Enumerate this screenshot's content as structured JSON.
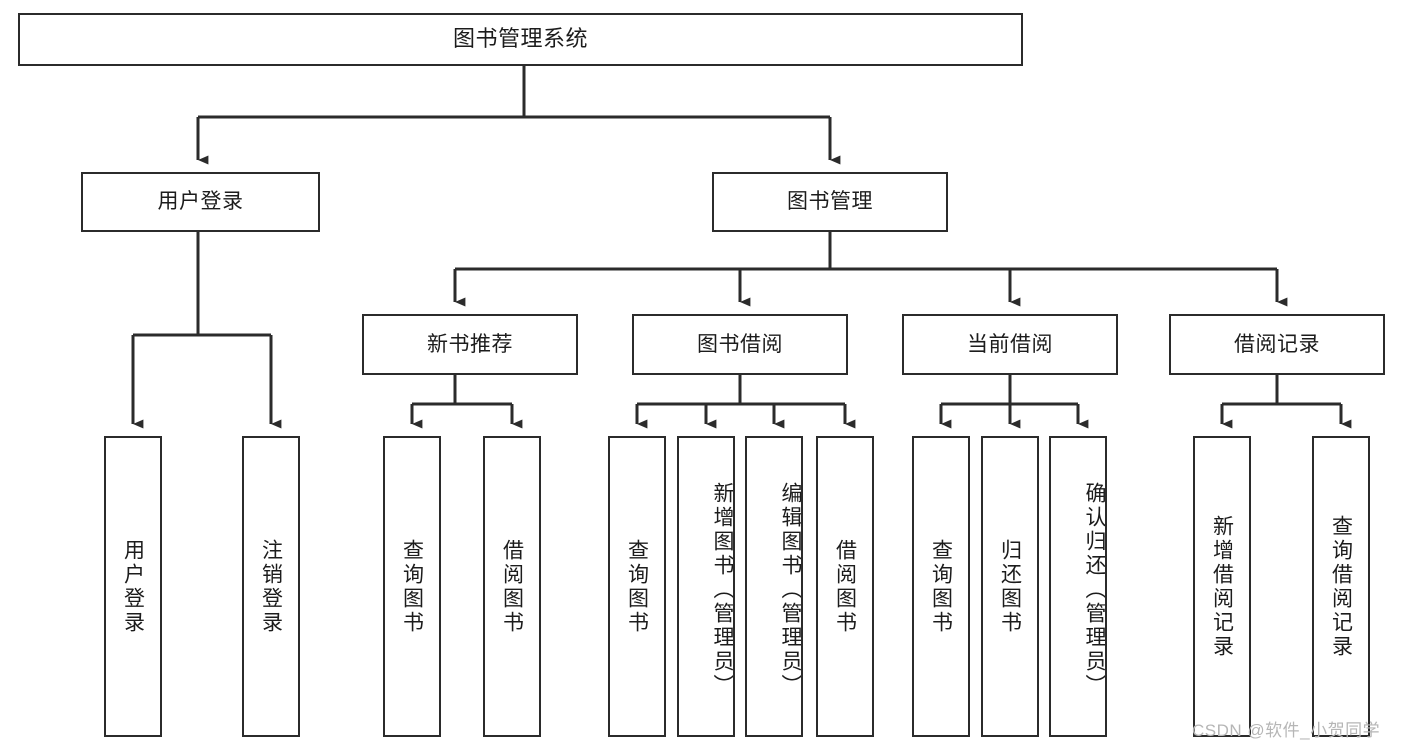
{
  "diagram": {
    "title": "图书管理系统",
    "type": "tree-hierarchy",
    "watermark": "CSDN @软件_小贺同学",
    "colors": {
      "stroke": "#2b2b2b",
      "fill": "#ffffff",
      "text": "#1c1c1c",
      "watermark": "#b6b6b6"
    },
    "levels": {
      "root": {
        "label": "图书管理系统"
      },
      "level2": [
        {
          "id": "user-login",
          "label": "用户登录"
        },
        {
          "id": "book-manage",
          "label": "图书管理"
        }
      ],
      "level3": [
        {
          "id": "new-book-rec",
          "label": "新书推荐"
        },
        {
          "id": "book-borrow",
          "label": "图书借阅"
        },
        {
          "id": "current-borrow",
          "label": "当前借阅"
        },
        {
          "id": "borrow-record",
          "label": "借阅记录"
        }
      ],
      "leaves": {
        "user_login": [
          {
            "id": "leaf-user-login",
            "label": "用户登录"
          },
          {
            "id": "leaf-user-logout",
            "label": "注销登录"
          }
        ],
        "new_book_rec": [
          {
            "id": "leaf-query-book-1",
            "label": "查询图书"
          },
          {
            "id": "leaf-borrow-book-1",
            "label": "借阅图书"
          }
        ],
        "book_borrow": [
          {
            "id": "leaf-query-book-2",
            "label": "查询图书"
          },
          {
            "id": "leaf-add-book",
            "label": "新增图书（管理员）"
          },
          {
            "id": "leaf-edit-book",
            "label": "编辑图书（管理员）"
          },
          {
            "id": "leaf-borrow-book-2",
            "label": "借阅图书"
          }
        ],
        "current_borrow": [
          {
            "id": "leaf-query-book-3",
            "label": "查询图书"
          },
          {
            "id": "leaf-return-book",
            "label": "归还图书"
          },
          {
            "id": "leaf-confirm-return",
            "label": "确认归还（管理员）"
          }
        ],
        "borrow_record": [
          {
            "id": "leaf-add-record",
            "label": "新增借阅记录"
          },
          {
            "id": "leaf-query-record",
            "label": "查询借阅记录"
          }
        ]
      }
    }
  }
}
